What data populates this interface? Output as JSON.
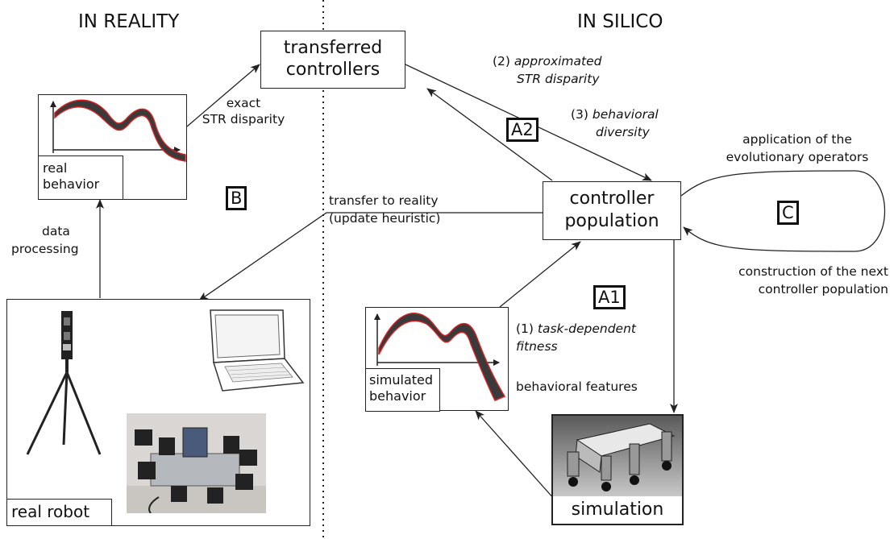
{
  "headings": {
    "in_reality": "IN REALITY",
    "in_silico": "IN SILICO"
  },
  "boxes": {
    "transferred_line1": "transferred",
    "transferred_line2": "controllers",
    "population_line1": "controller",
    "population_line2": "population",
    "real_behavior_line1": "real",
    "real_behavior_line2": "behavior",
    "simulated_behavior_line1": "simulated",
    "simulated_behavior_line2": "behavior",
    "real_robot": "real robot",
    "simulation": "simulation"
  },
  "tags": {
    "a1": "A1",
    "a2": "A2",
    "b": "B",
    "c": "C"
  },
  "labels": {
    "exact_line1": "exact",
    "exact_line2": "STR disparity",
    "approx_prefix": "(2)",
    "approx_line1": "approximated",
    "approx_line2": "STR disparity",
    "diversity_prefix": "(3)",
    "diversity_line1": "behavioral",
    "diversity_line2": "diversity",
    "application_line1": "application of the",
    "application_line2": "evolutionary operators",
    "construction_line1": "construction of the next",
    "construction_line2": "controller population",
    "transfer_line1": "transfer to reality",
    "transfer_line2": "(update heuristic)",
    "data_line1": "data",
    "data_line2": "processing",
    "fitness_prefix": "(1)",
    "fitness_line1": "task-dependent",
    "fitness_line2": "fitness",
    "behavioral_features": "behavioral features"
  },
  "colors": {
    "curve_fill": "#3a3a3a",
    "curve_edge": "#d42020",
    "line": "#222222"
  }
}
